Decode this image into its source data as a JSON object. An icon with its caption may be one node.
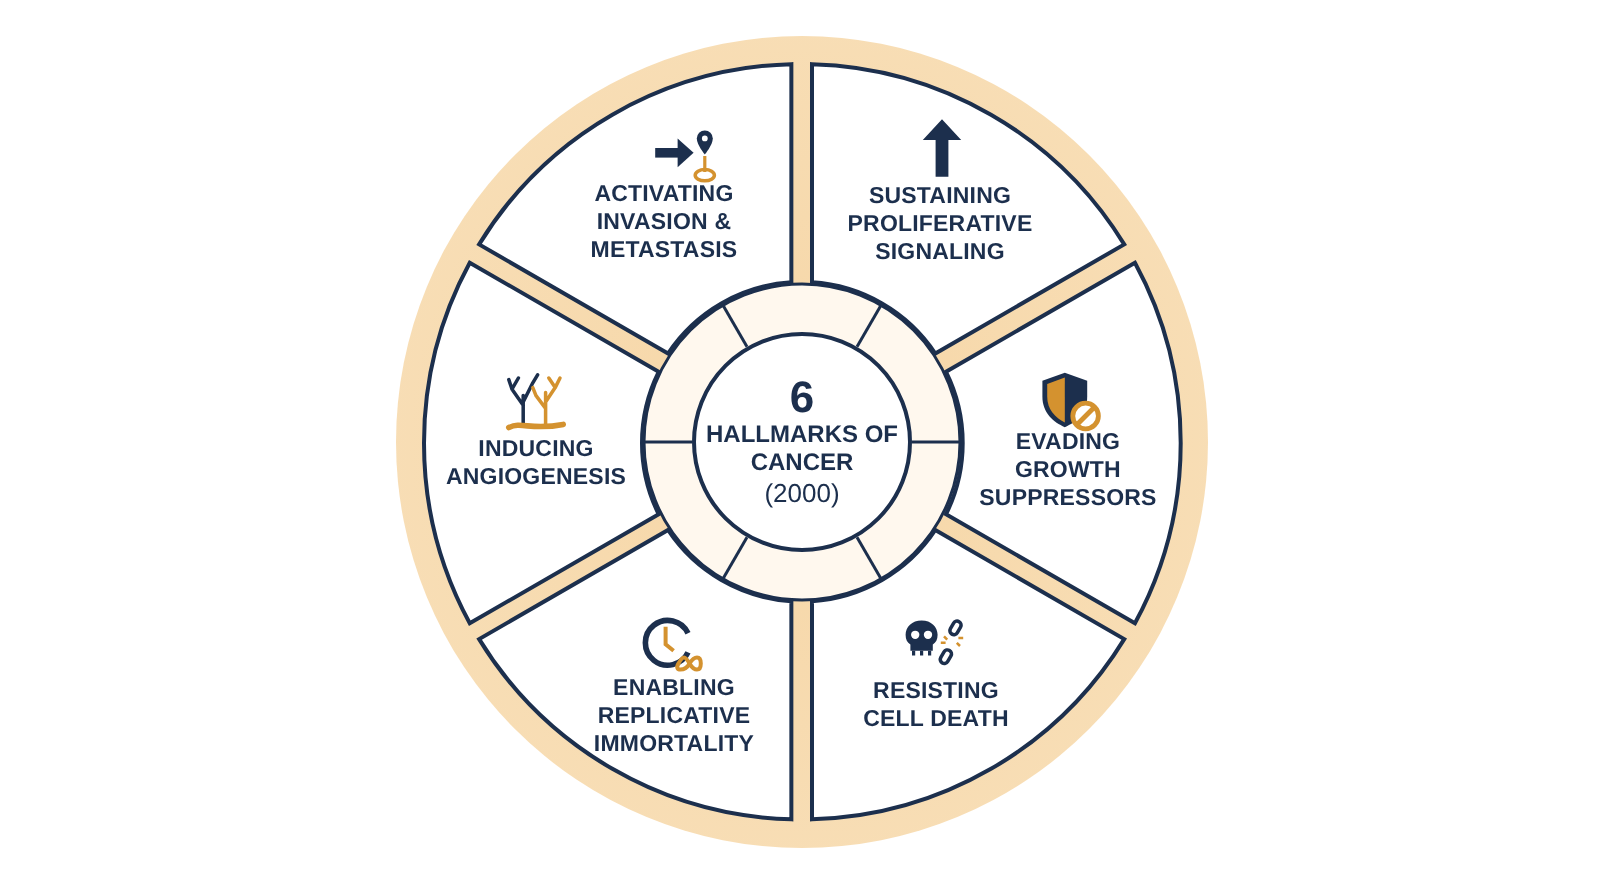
{
  "diagram": {
    "nodes": [
      {
        "text": [
          "6",
          "HALLMARKS OF CANCER",
          "(2000)"
        ]
      },
      {
        "text": [
          "ACTIVATING INVASION & METASTASIS"
        ]
      },
      {
        "text": [
          "SUSTAINING PROLIFERATIVE SIGNALING"
        ]
      },
      {
        "text": [
          "INDUCING ANGIOGENESIS"
        ]
      },
      {
        "text": [
          "EVADING GROWTH SUPPRESSORS"
        ]
      },
      {
        "text": [
          "ENABLING REPLICATIVE IMMORTALITY"
        ]
      },
      {
        "text": [
          "RESISTING CELL DEATH"
        ]
      }
    ],
    "edges": []
  }
}
